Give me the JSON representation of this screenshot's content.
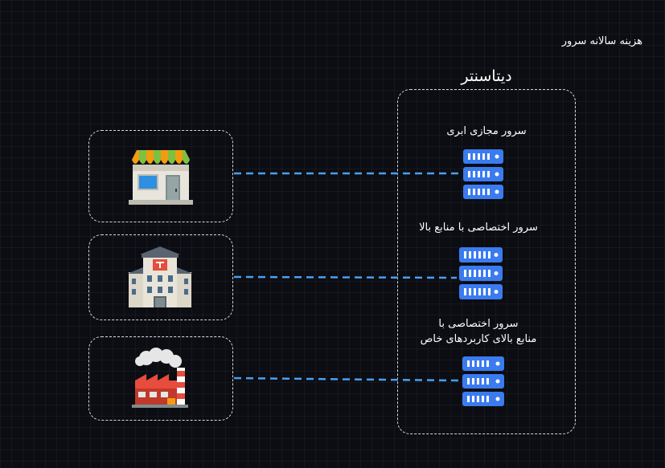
{
  "page": {
    "title": "هزینه سالانه سرور"
  },
  "datacenter": {
    "title": "دیتاسنتر"
  },
  "clients": [
    {
      "icon": "shop-icon"
    },
    {
      "icon": "office-building-icon"
    },
    {
      "icon": "factory-icon"
    }
  ],
  "servers": [
    {
      "label": "سرور مجازی ابری",
      "icon": "server-rack-icon"
    },
    {
      "label": "سرور اختصاصی با منابع بالا",
      "icon": "server-rack-icon"
    },
    {
      "label_line1": "سرور اختصاصی با",
      "label_line2": "منابع بالای کاربردهای خاص",
      "icon": "server-rack-icon"
    }
  ],
  "colors": {
    "background": "#0b0d12",
    "grid": "#1c1f26",
    "connector": "#4a9ff0",
    "server": "#3b7bf0",
    "border": "#d8d8d8"
  }
}
